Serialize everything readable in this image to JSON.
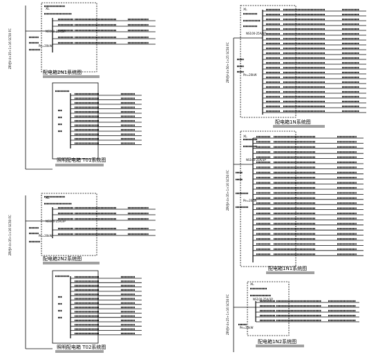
{
  "panels": [
    {
      "id": "p1",
      "title": "配电箱2N1系统图",
      "feeder": "ZRYJV-4×35+1×16 SC50 FC"
    },
    {
      "id": "p2",
      "title": "照明配电箱 T01系统图",
      "feeder": ""
    },
    {
      "id": "p3",
      "title": "配电箱2N2系统图",
      "feeder": "ZRYJV-4×35+1×16 SC50 FC"
    },
    {
      "id": "p4",
      "title": "照明配电箱 T02系统图",
      "feeder": ""
    },
    {
      "id": "p5",
      "title": "配电箱1N系统图",
      "feeder": "ZRYJV-4×50+1×25 SC50 FC"
    },
    {
      "id": "p6",
      "title": "配电箱1N1系统图",
      "feeder": "ZRYJV-4×35+1×16 SC50 FC"
    },
    {
      "id": "p7",
      "title": "配电箱1N2系统图",
      "feeder": "ZRYJV-4×25+1×16 SC50 FC"
    }
  ],
  "labels": {
    "box_code": "XL",
    "rating": "Pe=20kW",
    "breaker": "NS100-25A/3P"
  }
}
